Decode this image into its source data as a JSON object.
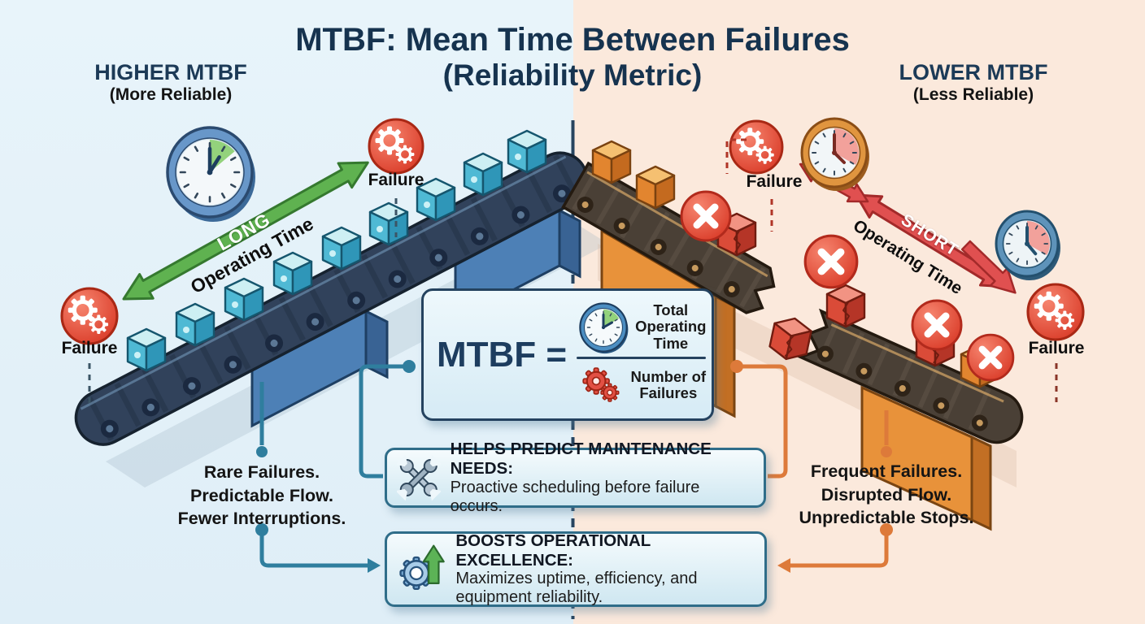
{
  "title": {
    "line1": "MTBF: Mean Time Between Failures",
    "line2": "(Reliability Metric)"
  },
  "left": {
    "heading": "HIGHER MTBF",
    "subheading": "(More Reliable)",
    "arrow_emphasis": "LONG",
    "arrow_caption": "Operating Time",
    "failure_label_top": "Failure",
    "failure_label_side": "Failure",
    "summary": [
      "Rare Failures.",
      "Predictable Flow.",
      "Fewer Interruptions."
    ]
  },
  "right": {
    "heading": "LOWER MTBF",
    "subheading": "(Less Reliable)",
    "arrow_emphasis": "SHORT",
    "arrow_caption": "Operating Time",
    "failure_label_top": "Failure",
    "failure_label_side": "Failure",
    "summary": [
      "Frequent Failures.",
      "Disrupted Flow.",
      "Unpredictable Stops."
    ]
  },
  "formula": {
    "lhs": "MTBF =",
    "numerator": [
      "Total",
      "Operating",
      "Time"
    ],
    "denominator": [
      "Number of",
      "Failures"
    ]
  },
  "callouts": {
    "maintenance": {
      "title": "HELPS PREDICT MAINTENANCE NEEDS:",
      "body": "Proactive scheduling before failure occurs."
    },
    "excellence": {
      "title": "BOOSTS OPERATIONAL EXCELLENCE:",
      "body": "Maximizes uptime, efficiency, and equipment reliability."
    }
  },
  "colors": {
    "navy": "#16334f",
    "panel_left_bg": "#e4f1f8",
    "panel_right_bg": "#fbe9dc",
    "green_arrow": "#5fb250",
    "red_arrow": "#e05050",
    "teal_connector": "#2f7e9e",
    "orange_connector": "#dd7a3a",
    "failure_red": "#dc3b28"
  }
}
